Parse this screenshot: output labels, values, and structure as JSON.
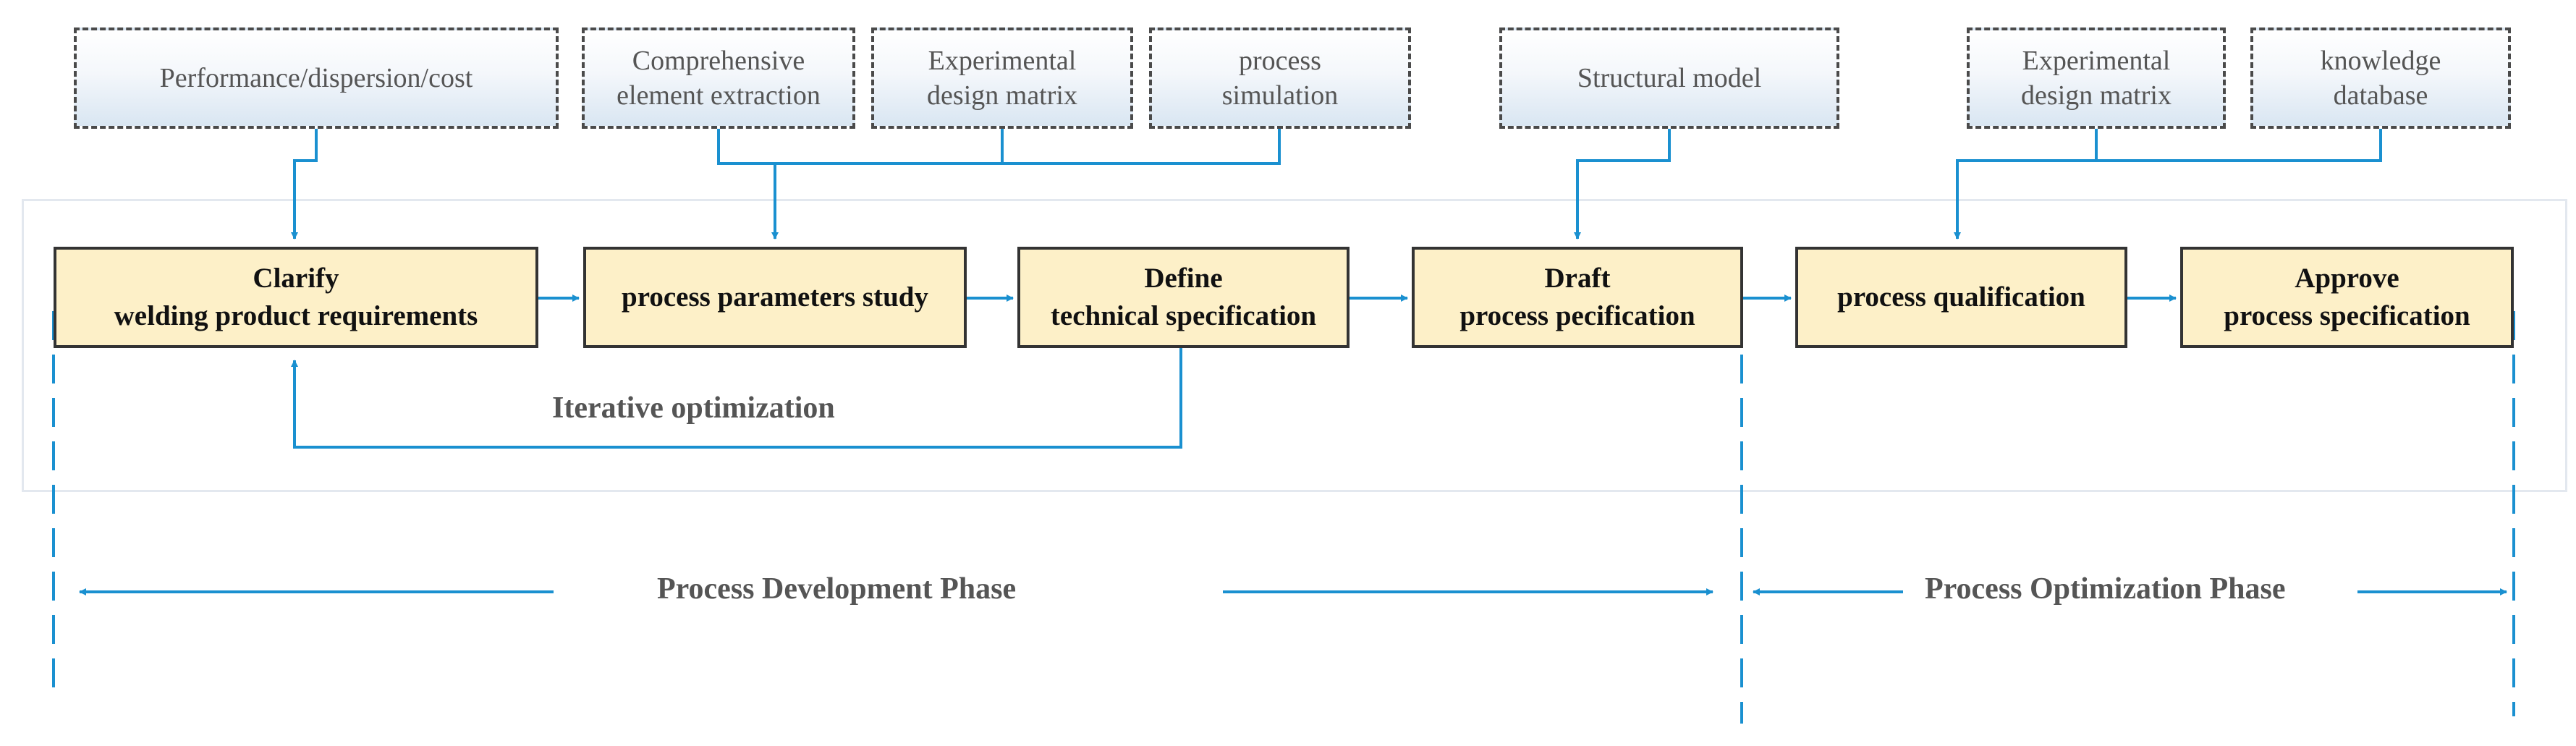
{
  "inputs": {
    "perf": "Performance/dispersion/cost",
    "extract": "Comprehensive\nelement extraction",
    "matrix1": "Experimental\ndesign matrix",
    "sim": "process\nsimulation",
    "struct": "Structural model",
    "matrix2": "Experimental\ndesign matrix",
    "kb": "knowledge\ndatabase"
  },
  "steps": {
    "clarify": "Clarify\nwelding product requirements",
    "params": "process parameters study",
    "define": "Define\ntechnical specification",
    "draft": "Draft\nprocess pecification",
    "qualify": "process qualification",
    "approve": "Approve\nprocess specification"
  },
  "labels": {
    "iterative": "Iterative optimization",
    "dev_phase": "Process  Development Phase",
    "opt_phase": "Process  Optimization Phase"
  },
  "colors": {
    "arrow": "#1a90d0",
    "step_fill": "#fdf0c8",
    "input_gradient_bottom": "#d9e6f2"
  }
}
